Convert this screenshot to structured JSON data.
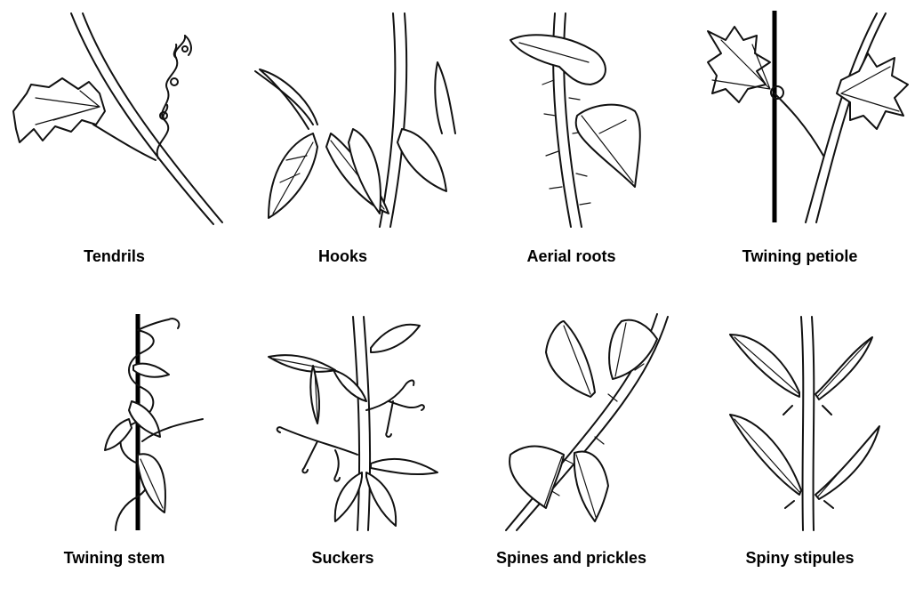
{
  "panels": [
    {
      "caption": "Tendrils",
      "icon": "tendril-vine-illustration"
    },
    {
      "caption": "Hooks",
      "icon": "hook-vine-illustration"
    },
    {
      "caption": "Aerial roots",
      "icon": "aerial-root-vine-illustration"
    },
    {
      "caption": "Twining petiole",
      "icon": "twining-petiole-illustration"
    },
    {
      "caption": "Twining stem",
      "icon": "twining-stem-illustration"
    },
    {
      "caption": "Suckers",
      "icon": "sucker-vine-illustration"
    },
    {
      "caption": "Spines and prickles",
      "icon": "spine-prickle-vine-illustration"
    },
    {
      "caption": "Spiny stipules",
      "icon": "spiny-stipule-illustration"
    }
  ],
  "colors": {
    "ink": "#111111",
    "background": "#ffffff"
  }
}
